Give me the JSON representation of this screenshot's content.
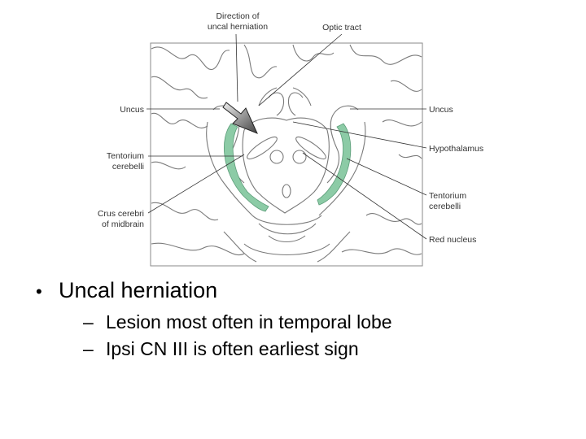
{
  "figure": {
    "labels": {
      "direction": [
        "Direction of",
        "uncal herniation"
      ],
      "optic_tract": "Optic tract",
      "uncus_left": "Uncus",
      "uncus_right": "Uncus",
      "hypothalamus": "Hypothalamus",
      "tentorium_left": [
        "Tentorium",
        "cerebelli"
      ],
      "tentorium_right": [
        "Tentorium",
        "cerebelli"
      ],
      "crus": [
        "Crus cerebri",
        "of midbrain"
      ],
      "red_nucleus": "Red nucleus"
    },
    "colors": {
      "tentorium": "#8ccba6",
      "outline": "#7a7a7a",
      "arrow": "#555555"
    }
  },
  "slide": {
    "bullet": "Uncal herniation",
    "subpoints": [
      "Lesion most often in temporal lobe",
      "Ipsi CN III is often earliest sign"
    ]
  }
}
